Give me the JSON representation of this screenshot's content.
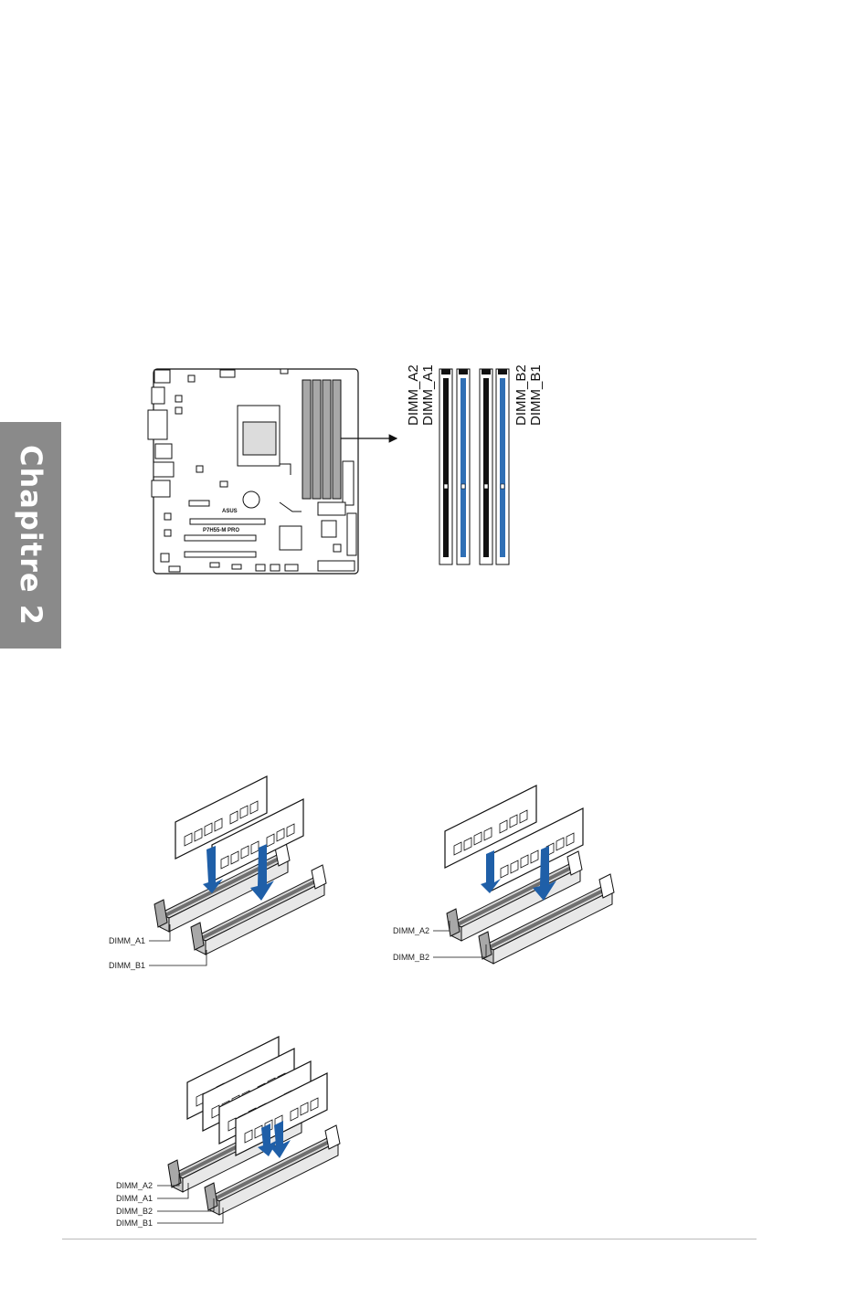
{
  "chapter_tab": {
    "label": "Chapitre 2"
  },
  "motherboard": {
    "model": "P7H55-M PRO",
    "logo": "ASUS"
  },
  "dimm_layout": {
    "labels_left": [
      "DIMM_A2",
      "DIMM_A1"
    ],
    "labels_right": [
      "DIMM_B2",
      "DIMM_B1"
    ]
  },
  "config_one_a": {
    "labels": [
      "DIMM_A1",
      "DIMM_B1"
    ]
  },
  "config_one_b": {
    "labels": [
      "DIMM_A2",
      "DIMM_B2"
    ]
  },
  "config_four": {
    "labels": [
      "DIMM_A2",
      "DIMM_A1",
      "DIMM_B2",
      "DIMM_B1"
    ]
  },
  "colors": {
    "tab": "#8a8a8a",
    "slot_blue": "#2f6fb5",
    "arrow_blue": "#1f5fa8",
    "socket_gray": "#a8a8a8"
  }
}
